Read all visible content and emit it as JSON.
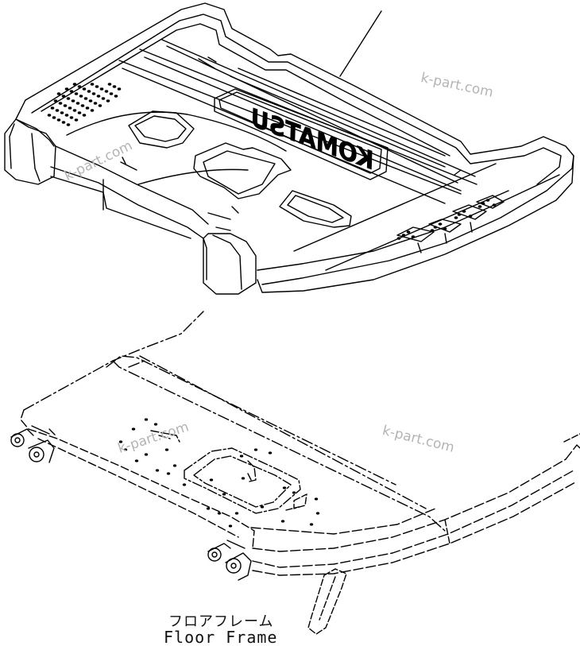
{
  "logo": {
    "text": "KOMATSU"
  },
  "watermarks": [
    "k-part.com",
    "k-part.com",
    "k-part.com",
    "k-part.com"
  ],
  "caption": {
    "japanese": "フロアフレーム",
    "english": "Floor Frame"
  }
}
